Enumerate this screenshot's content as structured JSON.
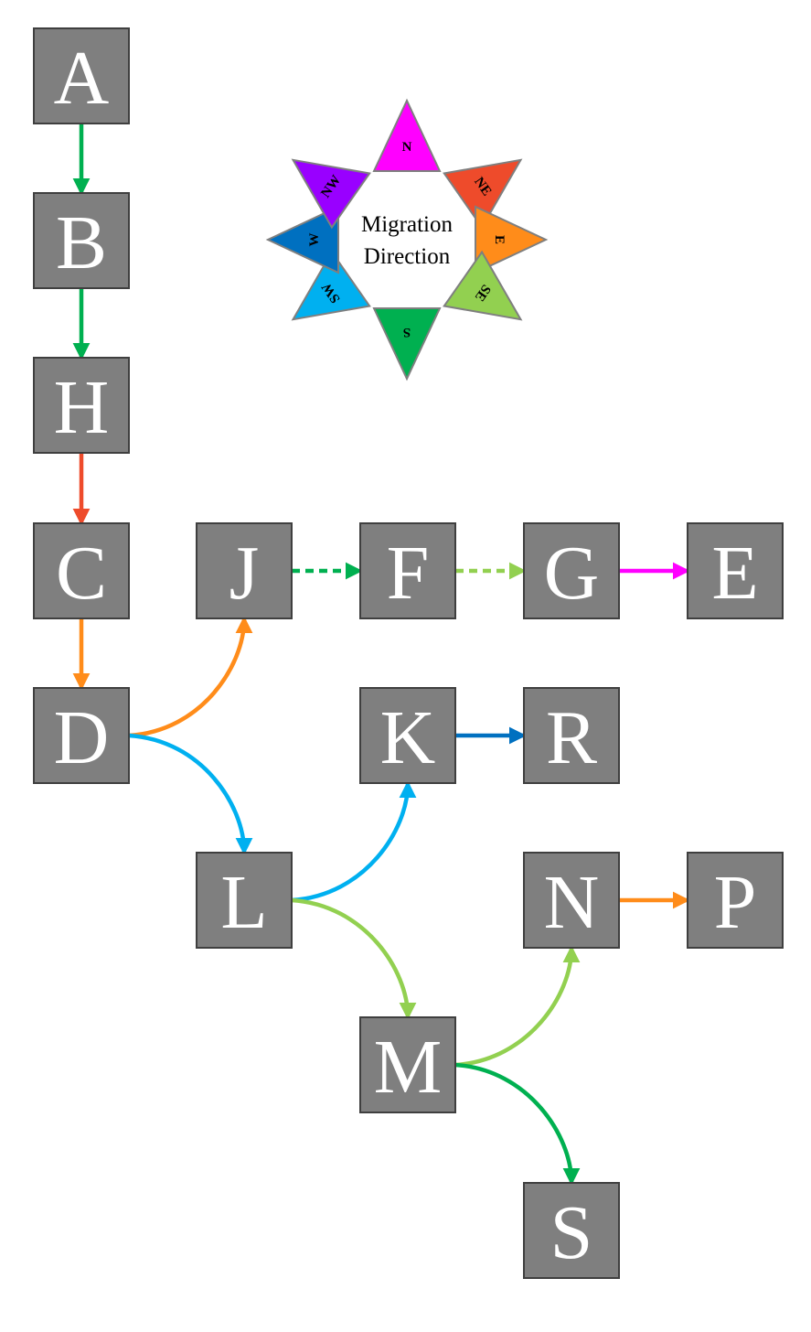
{
  "compass": {
    "title_line1": "Migration",
    "title_line2": "Direction",
    "directions": [
      {
        "id": "N",
        "label": "N",
        "color": "#ff00ff"
      },
      {
        "id": "NE",
        "label": "NE",
        "color": "#ee4b2b"
      },
      {
        "id": "E",
        "label": "E",
        "color": "#ff8c1a"
      },
      {
        "id": "SE",
        "label": "SE",
        "color": "#92d050"
      },
      {
        "id": "S",
        "label": "S",
        "color": "#00b050"
      },
      {
        "id": "SW",
        "label": "SW",
        "color": "#00b0f0"
      },
      {
        "id": "W",
        "label": "W",
        "color": "#0070c0"
      },
      {
        "id": "NW",
        "label": "NW",
        "color": "#9900ff"
      }
    ]
  },
  "nodes": [
    {
      "id": "A",
      "label": "A"
    },
    {
      "id": "B",
      "label": "B"
    },
    {
      "id": "H",
      "label": "H"
    },
    {
      "id": "C",
      "label": "C"
    },
    {
      "id": "J",
      "label": "J"
    },
    {
      "id": "F",
      "label": "F"
    },
    {
      "id": "G",
      "label": "G"
    },
    {
      "id": "E",
      "label": "E"
    },
    {
      "id": "D",
      "label": "D"
    },
    {
      "id": "K",
      "label": "K"
    },
    {
      "id": "R",
      "label": "R"
    },
    {
      "id": "L",
      "label": "L"
    },
    {
      "id": "N",
      "label": "N"
    },
    {
      "id": "P",
      "label": "P"
    },
    {
      "id": "M",
      "label": "M"
    },
    {
      "id": "S",
      "label": "S"
    }
  ],
  "edges": [
    {
      "from": "A",
      "to": "B",
      "direction": "S",
      "style": "solid"
    },
    {
      "from": "B",
      "to": "H",
      "direction": "S",
      "style": "solid"
    },
    {
      "from": "H",
      "to": "C",
      "direction": "NE",
      "style": "solid"
    },
    {
      "from": "C",
      "to": "D",
      "direction": "E",
      "style": "solid"
    },
    {
      "from": "D",
      "to": "J",
      "direction": "E",
      "style": "solid"
    },
    {
      "from": "D",
      "to": "L",
      "direction": "SW",
      "style": "solid"
    },
    {
      "from": "J",
      "to": "F",
      "direction": "S",
      "style": "dotted"
    },
    {
      "from": "F",
      "to": "G",
      "direction": "SE",
      "style": "dotted"
    },
    {
      "from": "G",
      "to": "E",
      "direction": "N",
      "style": "solid"
    },
    {
      "from": "L",
      "to": "K",
      "direction": "SW",
      "style": "solid"
    },
    {
      "from": "L",
      "to": "M",
      "direction": "SE",
      "style": "solid"
    },
    {
      "from": "K",
      "to": "R",
      "direction": "W",
      "style": "solid"
    },
    {
      "from": "M",
      "to": "N",
      "direction": "SE",
      "style": "solid"
    },
    {
      "from": "M",
      "to": "S",
      "direction": "S",
      "style": "solid"
    },
    {
      "from": "N",
      "to": "P",
      "direction": "E",
      "style": "solid"
    }
  ]
}
